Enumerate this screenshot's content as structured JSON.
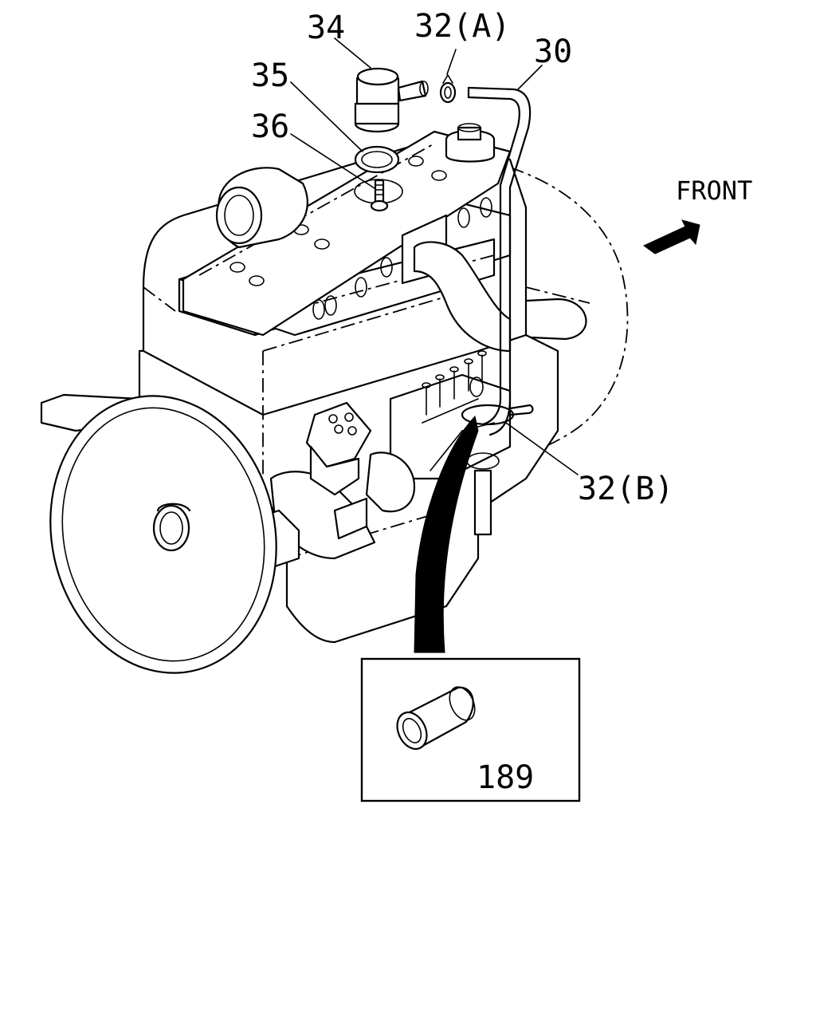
{
  "diagram": {
    "direction_label": "FRONT",
    "callouts": {
      "breather": "34",
      "clip_a": "32(A)",
      "hose": "30",
      "gasket": "35",
      "bolt": "36",
      "clip_b": "32(B)",
      "sleeve": "189"
    }
  }
}
